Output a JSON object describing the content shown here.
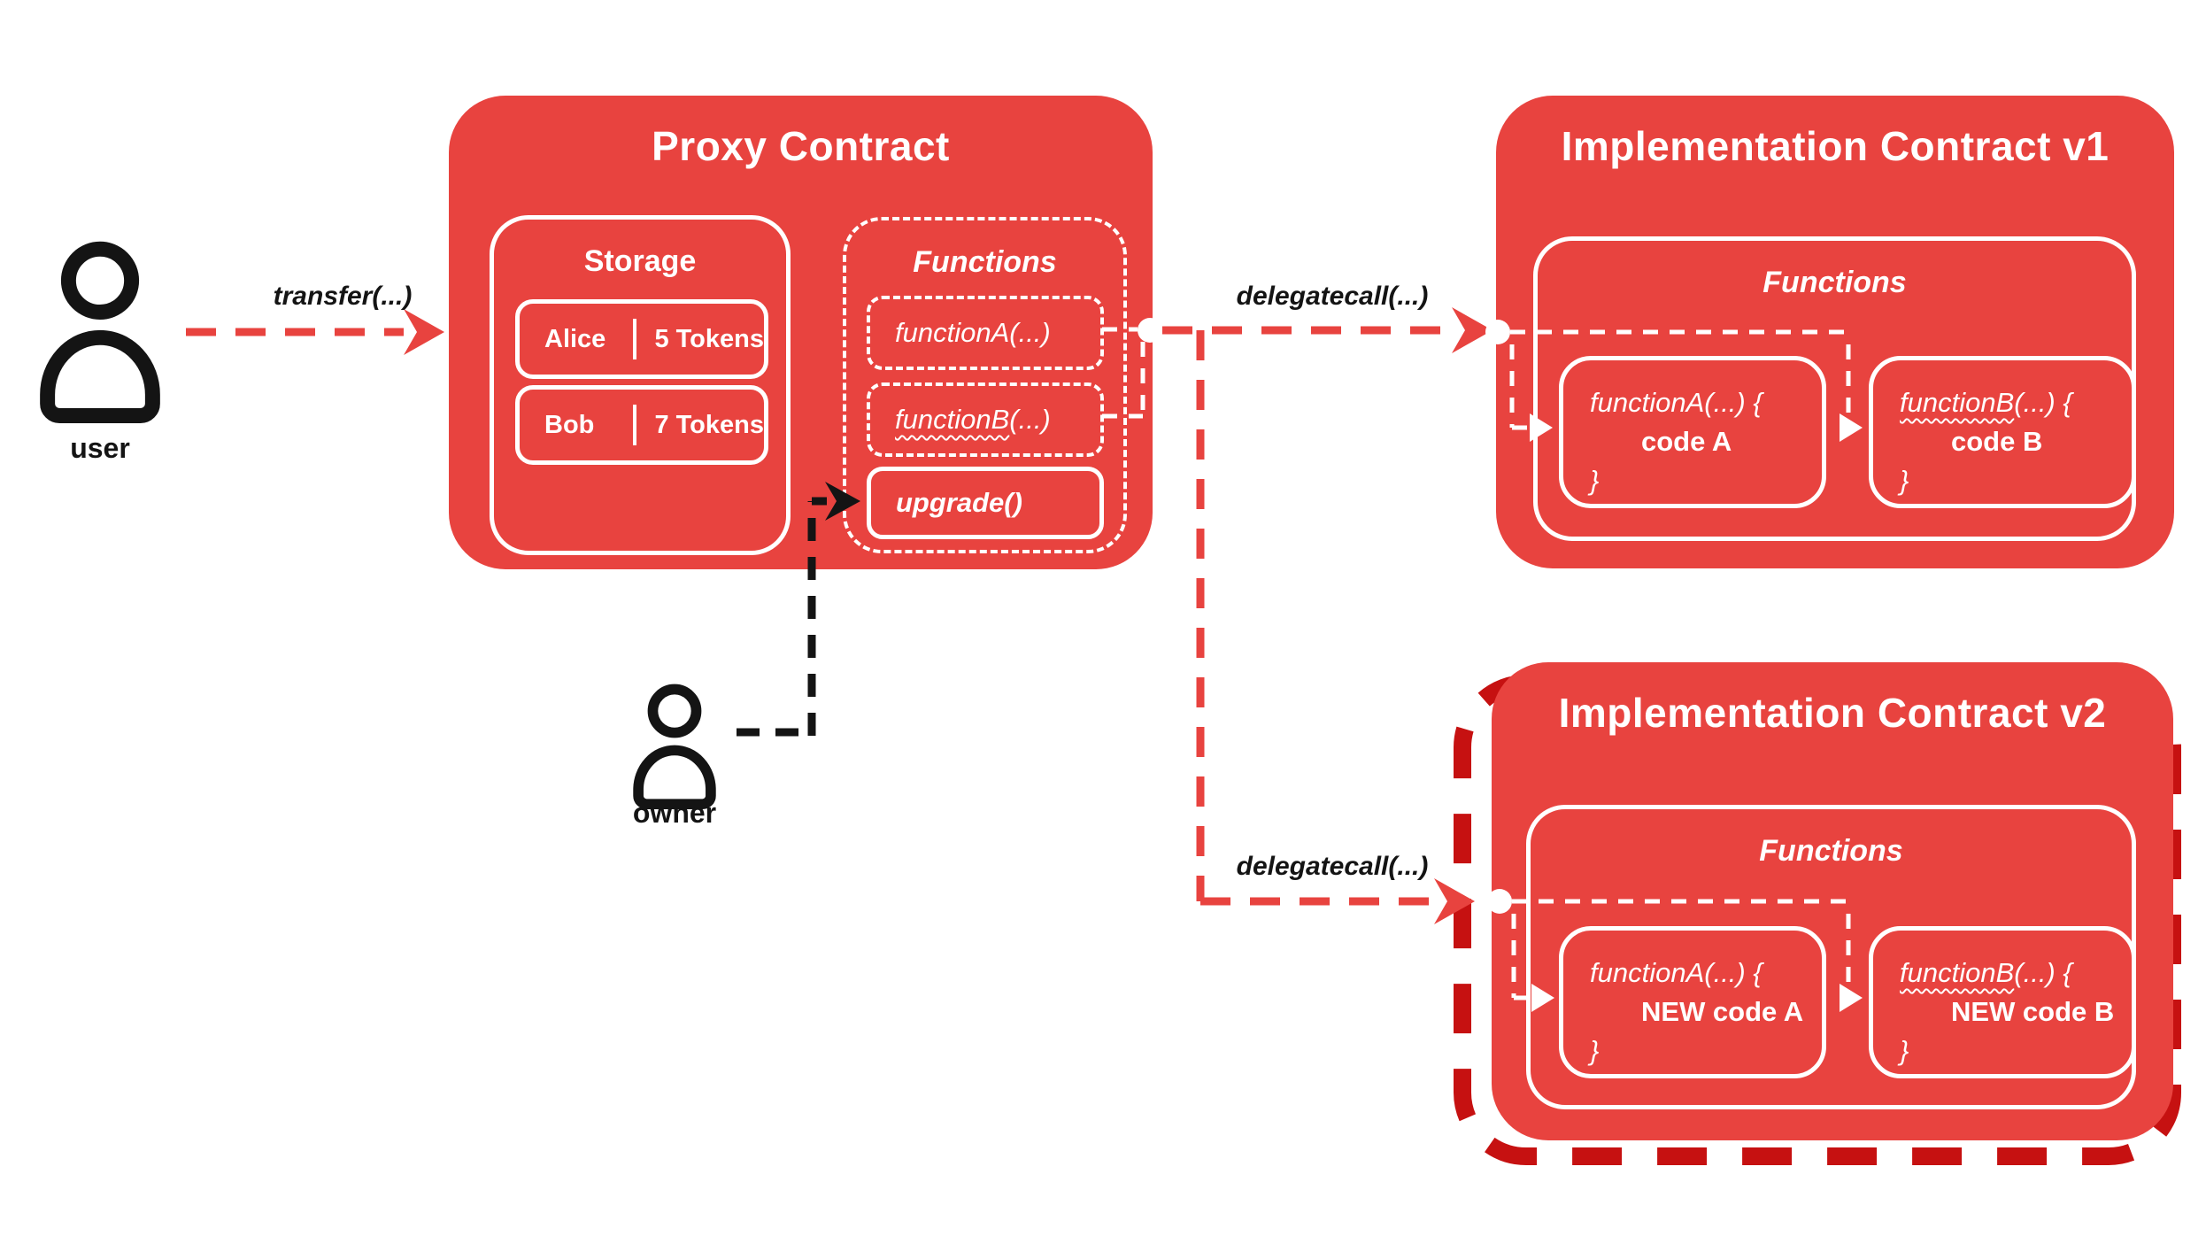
{
  "colors": {
    "box_red": "#E8433F",
    "highlight_dark_red": "#C61111",
    "text_dark": "#141414",
    "text_white": "#FFFFFF"
  },
  "actors": {
    "user": {
      "label": "user",
      "icon": "person-outline-icon"
    },
    "owner": {
      "label": "owner",
      "icon": "person-outline-icon"
    }
  },
  "edges": {
    "transfer": {
      "label": "transfer(...)"
    },
    "delegatecall_v1": {
      "label": "delegatecall(...)"
    },
    "delegatecall_v2": {
      "label": "delegatecall(...)"
    }
  },
  "proxy": {
    "title": "Proxy Contract",
    "storage": {
      "title": "Storage",
      "rows": [
        {
          "name": "Alice",
          "value": "5 Tokens"
        },
        {
          "name": "Bob",
          "value": "7 Tokens"
        }
      ]
    },
    "functions": {
      "title": "Functions",
      "items": [
        {
          "label": "functionA(...)"
        },
        {
          "label_wavy": "functionB",
          "label_rest": "(...)"
        },
        {
          "label": "upgrade()"
        }
      ]
    }
  },
  "impl_v1": {
    "title": "Implementation Contract v1",
    "functions": {
      "title": "Functions",
      "items": [
        {
          "signature": "functionA(...) {",
          "body": "code A",
          "close": "}"
        },
        {
          "sig_wavy": "functionB",
          "sig_rest": "(...) {",
          "body": "code B",
          "close": "}"
        }
      ]
    }
  },
  "impl_v2": {
    "title": "Implementation Contract v2",
    "functions": {
      "title": "Functions",
      "items": [
        {
          "signature": "functionA(...) {",
          "body": "NEW code A",
          "close": "}"
        },
        {
          "sig_wavy": "functionB",
          "sig_rest": "(...) {",
          "body": "NEW code B",
          "close": "}"
        }
      ]
    }
  }
}
